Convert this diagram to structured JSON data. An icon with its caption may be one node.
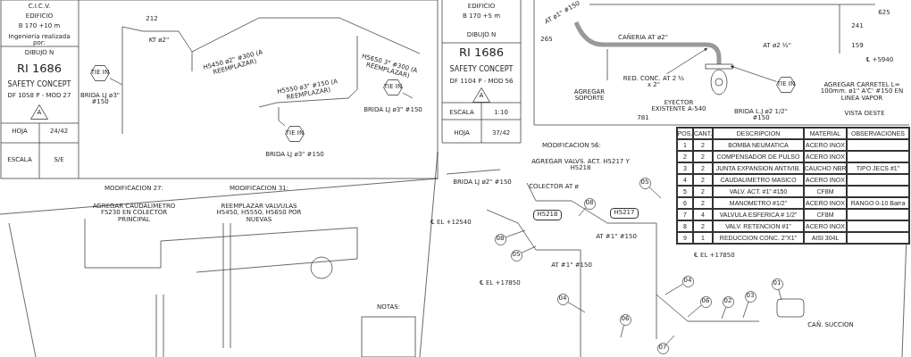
{
  "diagram": {
    "nodes": [
      {
        "text": [
          "TIE IN"
        ]
      },
      {
        "text": [
          "TIE IN"
        ]
      },
      {
        "text": [
          "TIE IN"
        ]
      },
      {
        "text": [
          "TIE IN"
        ]
      },
      {
        "text": [
          "RED. CONC. AT 2 ½ x 2\""
        ]
      },
      {
        "text": [
          "H5218"
        ]
      },
      {
        "text": [
          "H5217"
        ]
      },
      {
        "text": [
          "05"
        ]
      },
      {
        "text": [
          "08"
        ]
      },
      {
        "text": [
          "08"
        ]
      },
      {
        "text": [
          "05"
        ]
      },
      {
        "text": [
          "04"
        ]
      },
      {
        "text": [
          "04"
        ]
      },
      {
        "text": [
          "06"
        ]
      },
      {
        "text": [
          "02"
        ]
      },
      {
        "text": [
          "03"
        ]
      },
      {
        "text": [
          "01"
        ]
      },
      {
        "text": [
          "06"
        ]
      },
      {
        "text": [
          "07"
        ]
      }
    ],
    "edges": [
      {
        "from": 0,
        "to": null,
        "arrow": "none"
      },
      {
        "from": 1,
        "to": null,
        "arrow": "none"
      },
      {
        "from": 2,
        "to": null,
        "arrow": "none"
      },
      {
        "from": 3,
        "to": null,
        "arrow": "to"
      },
      {
        "from": 4,
        "to": null,
        "arrow": "to"
      },
      {
        "from": 7,
        "to": null,
        "arrow": "none"
      },
      {
        "from": 8,
        "to": null,
        "arrow": "none"
      },
      {
        "from": 9,
        "to": null,
        "arrow": "none"
      },
      {
        "from": 10,
        "to": null,
        "arrow": "none"
      },
      {
        "from": 11,
        "to": null,
        "arrow": "none"
      },
      {
        "from": 12,
        "to": null,
        "arrow": "none"
      },
      {
        "from": 13,
        "to": null,
        "arrow": "none"
      },
      {
        "from": 14,
        "to": null,
        "arrow": "none"
      },
      {
        "from": 15,
        "to": null,
        "arrow": "none"
      },
      {
        "from": 16,
        "to": null,
        "arrow": "none"
      },
      {
        "from": 17,
        "to": null,
        "arrow": "none"
      },
      {
        "from": 18,
        "to": null,
        "arrow": "none"
      }
    ],
    "labels": [
      "C.I.C.V.",
      "EDIFICIO",
      "B 170 +10 m",
      "Ingeniería realizada por:",
      "DIBUJO N",
      "RI 1686",
      "SAFETY CONCEPT",
      "DF 1058 P - MOD 27",
      "A",
      "HOJA",
      "24/42",
      "ESCALA",
      "S/E",
      "212",
      "KT ø2\"",
      "H5450 ø2\" #300 (A REEMPLAZAR)",
      "H5550 ø3\" #150 (A REEMPLAZAR)",
      "H5650 3\" #300 (A REEMPLAZAR)",
      "BRIDA LJ ø3\" #150",
      "BRIDA LJ ø3\" #150",
      "BRIDA LJ ø3\" #150",
      "MODIFICACION 27:",
      "AGREGAR CAUDALIMETRO F5230 EN COLECTOR PRINCIPAL",
      "MODIFICACION 31:",
      "REEMPLAZAR VALVULAS H5450, H5550, H5650 POR NUEVAS",
      "EDIFICIO",
      "B 170 +5 m",
      "DIBUJO N",
      "RI 1686",
      "SAFETY CONCEPT",
      "DF 1104 P - MOD 56",
      "A",
      "ESCALA",
      "1:10",
      "HOJA",
      "37/42",
      "AT ø1\" #150",
      "265",
      "CAÑERIA AT ø2\"",
      "625",
      "241",
      "AT ø2 ½\"",
      "159",
      "℄ +5940",
      "AGREGAR SOPORTE",
      "EYECTOR EXISTENTE A-540",
      "BRIDA L.J ø2 1/2\" #150",
      "AGREGAR CARRETEL L= 100mm. ø1\" A'C' #150 EN LINEA VAPOR",
      "781",
      "VISTA OESTE",
      "MODIFICACION 56:",
      "AGREGAR VALVS. ACT. H5217 Y H5218",
      "BRIDA LJ ø2\" #150",
      "COLECTOR AT ø",
      "℄ EL +12540",
      "AT #1\" #150",
      "AT #1\" #150",
      "℄ EL +17850",
      "℄ EL +17850",
      "CAÑ. SUCCION",
      "NOTAS:",
      "POS.",
      "CANT.",
      "DESCRIPCION",
      "MATERIAL",
      "OBSERVACIONES",
      "1",
      "2",
      "BOMBA NEUMATICA",
      "ACERO INOX",
      "2",
      "2",
      "COMPENSADOR DE PULSO",
      "ACERO INOX",
      "3",
      "2",
      "JUNTA EXPANSION ANTIVIB.",
      "CAUCHO NBR",
      "TIPO JECS #1\"",
      "4",
      "2",
      "CAUDALIMETRO MASICO",
      "ACERO INOX",
      "5",
      "2",
      "VALV. ACT. #1\" #150",
      "CF8M",
      "6",
      "2",
      "MANOMETRO #1/2\"",
      "ACERO INOX",
      "RANGO 0-10 Barra",
      "7",
      "4",
      "VALVULA ESFERICA # 1/2\"",
      "CF8M",
      "8",
      "2",
      "VALV. RETENCION #1\"",
      "ACERO INOX",
      "9",
      "1",
      "REDUCCION CONC. 2\"X1\"",
      "AISI 304L"
    ]
  }
}
